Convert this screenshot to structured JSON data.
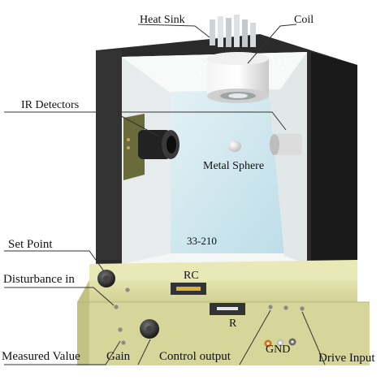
{
  "labels": {
    "heat_sink": "Heat Sink",
    "coil": "Coil",
    "ir_detectors": "IR Detectors",
    "metal_sphere": "Metal Sphere",
    "model_number": "33-210",
    "set_point": "Set Point",
    "disturbance_in": "Disturbance in",
    "rc": "RC",
    "r": "R",
    "measured_value": "Measured Value",
    "gain": "Gain",
    "control_output": "Control output",
    "gnd": "GND",
    "drive_input": "Drive Input"
  },
  "colors": {
    "frame": "#2b2b2b",
    "chamber_glass": "#cfe7ee",
    "back_wall": "#eef2f2",
    "panel_face": "#d9d9a0",
    "panel_top": "#e6e6b4",
    "panel_side": "#b8b878",
    "leader_line": "#333333"
  }
}
